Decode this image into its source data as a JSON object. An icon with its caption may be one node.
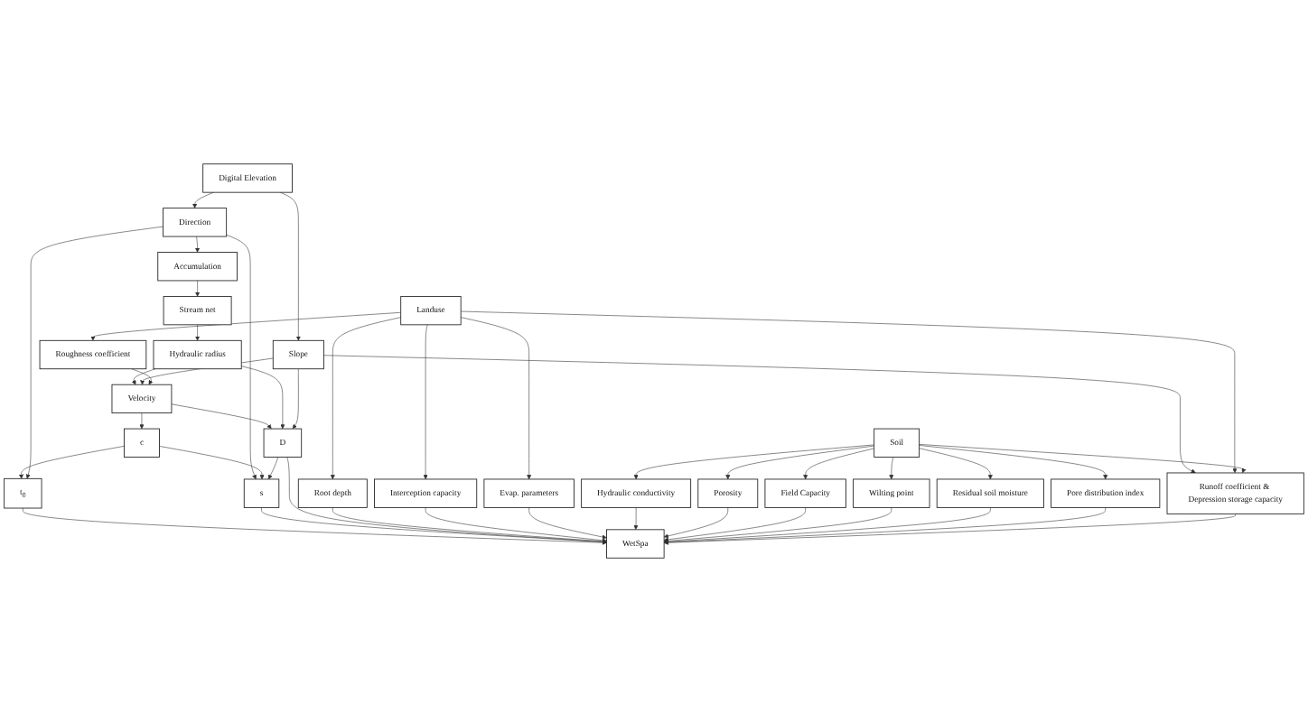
{
  "diagram": {
    "nodes": [
      {
        "text": [
          "Digital Elevation"
        ]
      },
      {
        "text": [
          "Landuse"
        ]
      },
      {
        "text": [
          "Soil"
        ]
      },
      {
        "text": [
          "Direction"
        ]
      },
      {
        "text": [
          "Accumulation"
        ]
      },
      {
        "text": [
          "Slope"
        ]
      },
      {
        "text": [
          "Roughness coefficient"
        ]
      },
      {
        "text": [
          "Hydraulic conductivity"
        ]
      },
      {
        "text": [
          "Stream net"
        ]
      },
      {
        "text": [
          "Root depth"
        ]
      },
      {
        "text": [
          "Porosity"
        ]
      },
      {
        "text": [
          "Hydraulic radius"
        ]
      },
      {
        "text": [
          "Interception capacity"
        ]
      },
      {
        "text": [
          "Field Capacity"
        ]
      },
      {
        "text": [
          "Velocity"
        ]
      },
      {
        "text": [
          "Evap. parameters"
        ]
      },
      {
        "text": [
          "Wilting point"
        ]
      },
      {
        "text": [
          "Residual soil moisture"
        ]
      },
      {
        "text": [
          "Pore distribution index"
        ]
      },
      {
        "text": [
          "t$_{0}$"
        ]
      },
      {
        "text": [
          "c"
        ]
      },
      {
        "text": [
          "D"
        ]
      },
      {
        "text": [
          "s"
        ]
      },
      {
        "text": [
          "WetSpa"
        ]
      },
      {
        "text": [
          "Runoff coefficient & Depression storage capacity"
        ]
      }
    ],
    "edges": [
      {
        "from": 0,
        "to": 3,
        "arrow": "to"
      },
      {
        "from": 0,
        "to": 5,
        "arrow": "to"
      },
      {
        "from": 3,
        "to": 4,
        "arrow": "to"
      },
      {
        "from": 4,
        "to": 8,
        "arrow": "to"
      },
      {
        "from": 8,
        "to": 11,
        "arrow": "to"
      },
      {
        "from": 11,
        "to": 14,
        "arrow": "to"
      },
      {
        "from": 1,
        "to": 6,
        "arrow": "to"
      },
      {
        "from": 1,
        "to": 9,
        "arrow": "to"
      },
      {
        "from": 1,
        "to": 12,
        "arrow": "to"
      },
      {
        "from": 1,
        "to": 15,
        "arrow": "to"
      },
      {
        "from": 2,
        "to": 7,
        "arrow": "to"
      },
      {
        "from": 2,
        "to": 10,
        "arrow": "to"
      },
      {
        "from": 2,
        "to": 13,
        "arrow": "to"
      },
      {
        "from": 2,
        "to": 16,
        "arrow": "to"
      },
      {
        "from": 2,
        "to": 17,
        "arrow": "to"
      },
      {
        "from": 2,
        "to": 18,
        "arrow": "to"
      },
      {
        "from": 5,
        "to": 14,
        "arrow": "to"
      },
      {
        "from": 6,
        "to": 14,
        "arrow": "to"
      },
      {
        "from": 14,
        "to": 20,
        "arrow": "to"
      },
      {
        "from": 14,
        "to": 21,
        "arrow": "to"
      },
      {
        "from": 11,
        "to": 21,
        "arrow": "to"
      },
      {
        "from": 5,
        "to": 21,
        "arrow": "to"
      },
      {
        "from": 20,
        "to": 19,
        "arrow": "to"
      },
      {
        "from": 3,
        "to": 19,
        "arrow": "to"
      },
      {
        "from": 3,
        "to": 22,
        "arrow": "to"
      },
      {
        "from": 20,
        "to": 22,
        "arrow": "to"
      },
      {
        "from": 21,
        "to": 22,
        "arrow": "to"
      },
      {
        "from": 19,
        "to": 23,
        "arrow": "to"
      },
      {
        "from": 22,
        "to": 23,
        "arrow": "to"
      },
      {
        "from": 21,
        "to": 23,
        "arrow": "to"
      },
      {
        "from": 9,
        "to": 23,
        "arrow": "to"
      },
      {
        "from": 12,
        "to": 23,
        "arrow": "to"
      },
      {
        "from": 15,
        "to": 23,
        "arrow": "to"
      },
      {
        "from": 7,
        "to": 23,
        "arrow": "to"
      },
      {
        "from": 10,
        "to": 23,
        "arrow": "to"
      },
      {
        "from": 13,
        "to": 23,
        "arrow": "to"
      },
      {
        "from": 16,
        "to": 23,
        "arrow": "to"
      },
      {
        "from": 17,
        "to": 23,
        "arrow": "to"
      },
      {
        "from": 18,
        "to": 23,
        "arrow": "to"
      },
      {
        "from": 5,
        "to": 24,
        "arrow": "to"
      },
      {
        "from": 1,
        "to": 24,
        "arrow": "to"
      },
      {
        "from": 2,
        "to": 24,
        "arrow": "to"
      },
      {
        "from": 24,
        "to": 23,
        "arrow": "to"
      }
    ]
  }
}
